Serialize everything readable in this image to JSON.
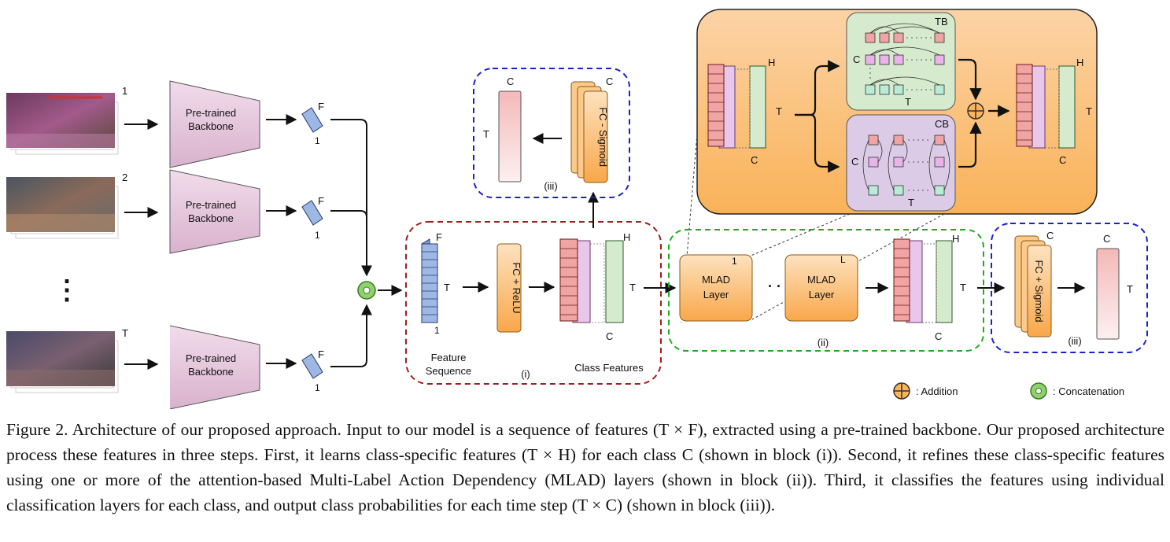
{
  "frames": {
    "labels": [
      "1",
      "2",
      "T"
    ],
    "dots": "⋮"
  },
  "backbone": {
    "line1": "Pre-trained",
    "line2": "Backbone"
  },
  "feature_vec": {
    "dim": "F",
    "len": "1"
  },
  "block_i": {
    "label": "(i)",
    "feature_seq_line1": "Feature",
    "feature_seq_line2": "Sequence",
    "feat_dim": "F",
    "time_dim": "T",
    "one": "1",
    "fc_relu": "FC + ReLU",
    "class_features": "Class Features",
    "h_dim": "H",
    "c_dim": "C",
    "t_dim": "T"
  },
  "block_iii_top": {
    "label": "(iii)",
    "fc_sigmoid": "FC - Sigmoid",
    "c_dim": "C",
    "t_dim": "T",
    "c_out": "C"
  },
  "block_ii": {
    "label": "(ii)",
    "layer_line1": "MLAD",
    "layer_line2": "Layer",
    "first_index": "1",
    "last_index": "L",
    "ellipsis": "· · ·",
    "h_dim": "H",
    "t_dim": "T",
    "c_dim": "C"
  },
  "block_iii_right": {
    "label": "(iii)",
    "fc_sigmoid": "FC + Sigmoid",
    "c_dim": "C",
    "t_dim": "T",
    "c_out": "C"
  },
  "mlad_detail": {
    "tb": "TB",
    "cb": "CB",
    "h_dim": "H",
    "t_dim": "T",
    "c_dim": "C",
    "tb_c": "C",
    "tb_t": "T",
    "cb_c": "C",
    "cb_t": "T",
    "out_h": "H",
    "out_t": "T",
    "out_c": "C"
  },
  "legend": {
    "addition": ": Addition",
    "concatenation": ": Concatenation"
  },
  "caption": {
    "text": "Figure 2. Architecture of our proposed approach. Input to our model is a sequence of features (T × F), extracted using a pre-trained backbone. Our proposed architecture process these features in three steps. First, it learns class-specific features (T × H) for each class C (shown in block (i)). Second, it refines these class-specific features using one or more of the attention-based Multi-Label Action Dependency (MLAD) layers (shown in block (ii)). Third, it classifies the features using individual classification layers for each class, and output class probabilities for each time step (T × C) (shown in block (iii))."
  },
  "colors": {
    "block_i_border": "#a01e1e",
    "block_ii_border": "#22aa22",
    "block_iii_border": "#1a22cc",
    "backbone_fill": "#e6c7dc",
    "fc_orange": "#fbb45c",
    "feature_blue": "#9db8e4",
    "output_pink": "#f6c7c7",
    "tb_green": "#d6ebce",
    "cb_purple": "#dccbe6",
    "concat_green": "#8fd16a"
  }
}
